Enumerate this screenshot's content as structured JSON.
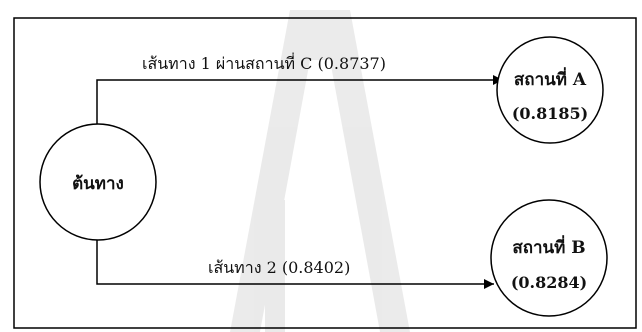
{
  "diagram": {
    "nodes": {
      "origin": {
        "name": "ต้นทาง"
      },
      "site_a": {
        "name": "สถานที่ A",
        "score": "(0.8185)"
      },
      "site_b": {
        "name": "สถานที่ B",
        "score": "(0.8284)"
      }
    },
    "edges": {
      "route_1": {
        "label": "เส้นทาง 1 ผ่านสถานที่ C (0.8737)"
      },
      "route_2": {
        "label": "เส้นทาง 2 (0.8402)"
      }
    }
  }
}
